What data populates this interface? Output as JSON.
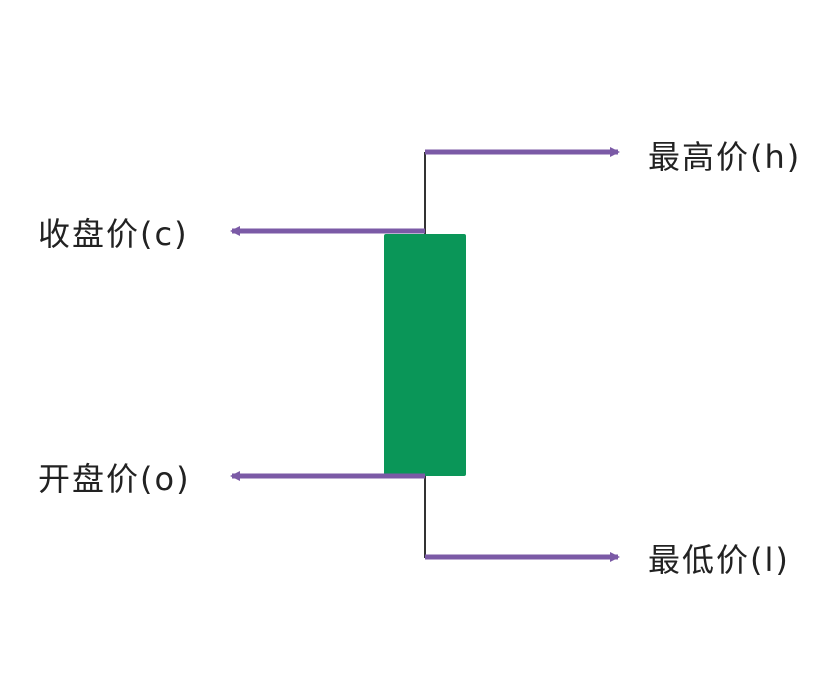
{
  "labels": {
    "high": "最高价(h)",
    "close": "收盘价(c)",
    "open": "开盘价(o)",
    "low": "最低价(l)"
  },
  "colors": {
    "candle_body": "#0a9658",
    "arrow": "#7b5aa6",
    "wick": "#333333",
    "text": "#222222"
  }
}
